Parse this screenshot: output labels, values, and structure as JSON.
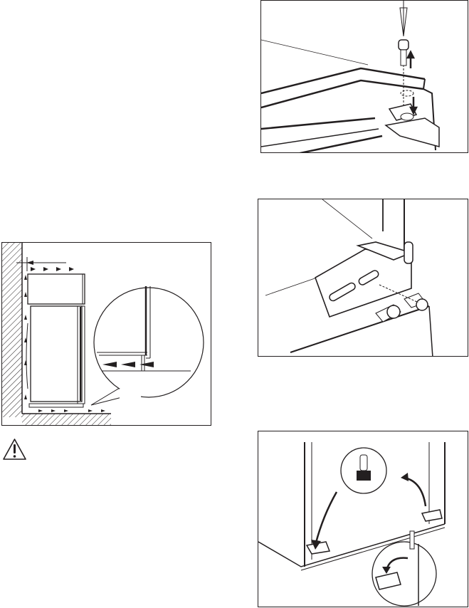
{
  "colors": {
    "ink": "#231f20",
    "paper": "#ffffff"
  },
  "figures": [
    {
      "id": "ventilation-clearance",
      "icon": "fridge-ventilation-diagram"
    },
    {
      "id": "hinge-pin-removal",
      "icon": "hinge-pin-diagram"
    },
    {
      "id": "hinge-bracket-screws",
      "icon": "hinge-bracket-diagram"
    },
    {
      "id": "bottom-hinge-swap",
      "icon": "bottom-hinge-diagram"
    }
  ],
  "warning": {
    "icon": "warning-triangle-icon"
  }
}
